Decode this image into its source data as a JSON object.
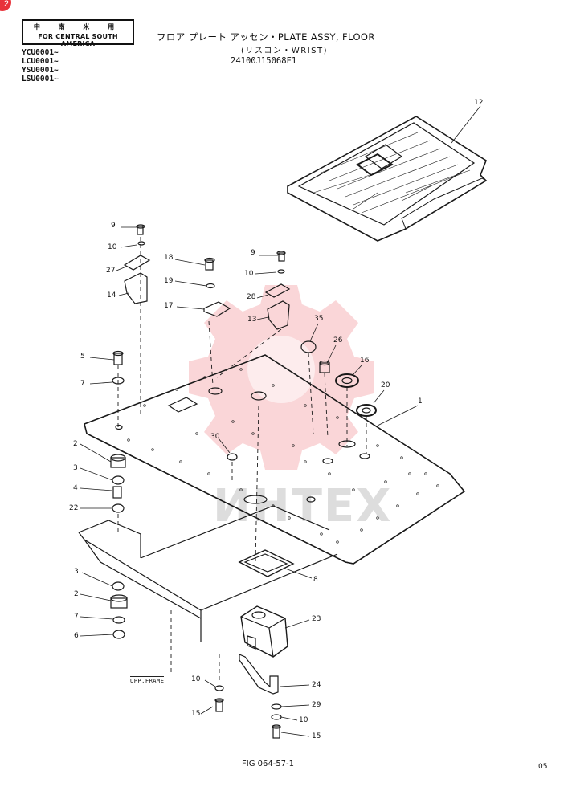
{
  "header": {
    "badge": "2",
    "region_cjk": "中 南 米 用",
    "region_en": "FOR CENTRAL SOUTH AMERICA",
    "serials": [
      "YCU0001~",
      "LCU0001~",
      "YSU0001~",
      "LSU0001~"
    ],
    "title": "フロア プレート アッセン・PLATE ASSY, FLOOR",
    "subtitle": "(リスコン・WRIST)",
    "part_number": "24100J15068F1"
  },
  "watermark": {
    "text": "ИНТЕХ",
    "color": "#e8323a"
  },
  "callouts": [
    {
      "id": "c12",
      "label": "12"
    },
    {
      "id": "c9a",
      "label": "9"
    },
    {
      "id": "c10a",
      "label": "10"
    },
    {
      "id": "c27",
      "label": "27"
    },
    {
      "id": "c14",
      "label": "14"
    },
    {
      "id": "c18",
      "label": "18"
    },
    {
      "id": "c19",
      "label": "19"
    },
    {
      "id": "c17",
      "label": "17"
    },
    {
      "id": "c9b",
      "label": "9"
    },
    {
      "id": "c10b",
      "label": "10"
    },
    {
      "id": "c28",
      "label": "28"
    },
    {
      "id": "c13",
      "label": "13"
    },
    {
      "id": "c35",
      "label": "35"
    },
    {
      "id": "c26",
      "label": "26"
    },
    {
      "id": "c16",
      "label": "16"
    },
    {
      "id": "c20",
      "label": "20"
    },
    {
      "id": "c1",
      "label": "1"
    },
    {
      "id": "c5",
      "label": "5"
    },
    {
      "id": "c7a",
      "label": "7"
    },
    {
      "id": "c2a",
      "label": "2"
    },
    {
      "id": "c3a",
      "label": "3"
    },
    {
      "id": "c4",
      "label": "4"
    },
    {
      "id": "c22",
      "label": "22"
    },
    {
      "id": "c30",
      "label": "30"
    },
    {
      "id": "c8",
      "label": "8"
    },
    {
      "id": "c3b",
      "label": "3"
    },
    {
      "id": "c2b",
      "label": "2"
    },
    {
      "id": "c7b",
      "label": "7"
    },
    {
      "id": "c6",
      "label": "6"
    },
    {
      "id": "c23",
      "label": "23"
    },
    {
      "id": "c10c",
      "label": "10"
    },
    {
      "id": "c24",
      "label": "24"
    },
    {
      "id": "c15a",
      "label": "15"
    },
    {
      "id": "c29",
      "label": "29"
    },
    {
      "id": "c10d",
      "label": "10"
    },
    {
      "id": "c15b",
      "label": "15"
    }
  ],
  "frame_label": "UPP.FRAME",
  "footer": {
    "figure": "FIG 064-57-1",
    "page": "05"
  }
}
